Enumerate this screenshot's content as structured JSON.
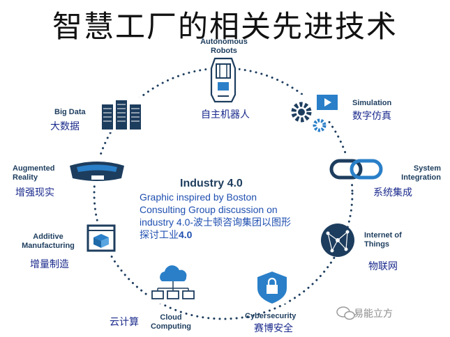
{
  "title": "智慧工厂的相关先进技术",
  "center": {
    "heading": "Industry 4.0",
    "description_line1": "Graphic inspired by Boston",
    "description_line2": "Consulting Group discussion on",
    "description_line3": "industry 4.0-波士顿咨询集团以图形",
    "description_line4_a": "探讨工业",
    "description_line4_b": "4.0"
  },
  "technologies": [
    {
      "id": "robots",
      "en_line1": "Autonomous",
      "en_line2": "Robots",
      "zh": "自主机器人",
      "icon": "robot-arm-icon"
    },
    {
      "id": "simulation",
      "en_line1": "Simulation",
      "en_line2": "",
      "zh": "数字仿真",
      "icon": "gears-video-icon"
    },
    {
      "id": "integration",
      "en_line1": "System",
      "en_line2": "Integration",
      "zh": "系统集成",
      "icon": "chain-link-icon"
    },
    {
      "id": "iot",
      "en_line1": "Internet of",
      "en_line2": "Things",
      "zh": "物联网",
      "icon": "network-sphere-icon"
    },
    {
      "id": "cyber",
      "en_line1": "Cybersecurity",
      "en_line2": "",
      "zh": "赛博安全",
      "icon": "shield-lock-icon"
    },
    {
      "id": "cloud",
      "en_line1": "Cloud",
      "en_line2": "Computing",
      "zh": "云计算",
      "icon": "cloud-computers-icon"
    },
    {
      "id": "additive",
      "en_line1": "Additive",
      "en_line2": "Manufacturing",
      "zh": "增量制造",
      "icon": "printer-cube-icon"
    },
    {
      "id": "ar",
      "en_line1": "Augmented",
      "en_line2": "Reality",
      "zh": "增强现实",
      "icon": "vr-goggles-icon"
    },
    {
      "id": "bigdata",
      "en_line1": "Big Data",
      "en_line2": "",
      "zh": "大数据",
      "icon": "server-rack-icon"
    }
  ],
  "watermark": "易能立方",
  "colors": {
    "ring": "#1d3d5e",
    "icon_dark": "#1d3d5e",
    "icon_blue": "#2a7fc8",
    "chinese_text": "#1a2a8c",
    "center_text": "#1f4fb0"
  }
}
